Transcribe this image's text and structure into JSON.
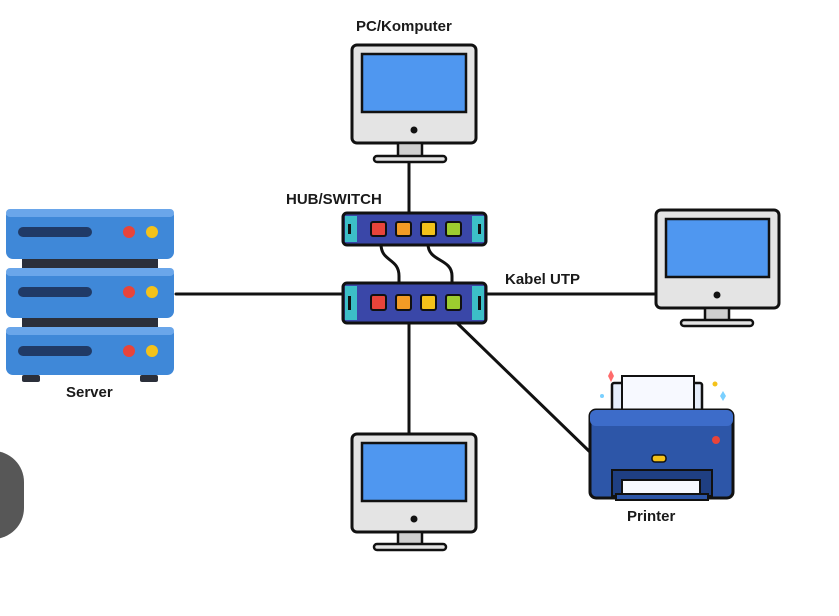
{
  "labels": {
    "pc_top": "PC/Komputer",
    "hub": "HUB/SWITCH",
    "cable": "Kabel UTP",
    "server": "Server",
    "printer": "Printer"
  },
  "colors": {
    "device_blue": "#3f88d8",
    "screen_blue": "#4f97f0",
    "switch_blue": "#3a47a8",
    "switch_teal": "#3cbfc7",
    "cable": "#111111",
    "port_red": "#e8443a",
    "port_orange": "#f29b25",
    "port_yellow": "#f4c21a",
    "port_green": "#9ccc2f"
  },
  "icons": [
    "pc-icon",
    "switch-icon",
    "server-icon",
    "printer-icon"
  ]
}
